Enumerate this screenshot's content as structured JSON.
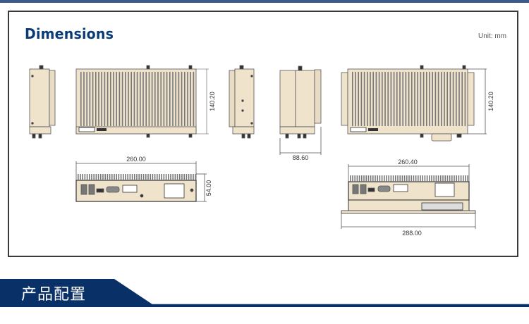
{
  "section": {
    "title": "Dimensions",
    "unit": "Unit: mm"
  },
  "dimensions": {
    "front_height": "140.20",
    "rear_height": "140.20",
    "depth": "88.60",
    "io_width": "260.00",
    "io_height": "54.00",
    "rear_io_width": "260.40",
    "bracket_width": "288.00"
  },
  "next_section": {
    "title": "产品配置"
  },
  "colors": {
    "title": "#0b3a78",
    "banner": "#0a3068",
    "chassis": "#efe3cc",
    "outline": "#444444"
  }
}
